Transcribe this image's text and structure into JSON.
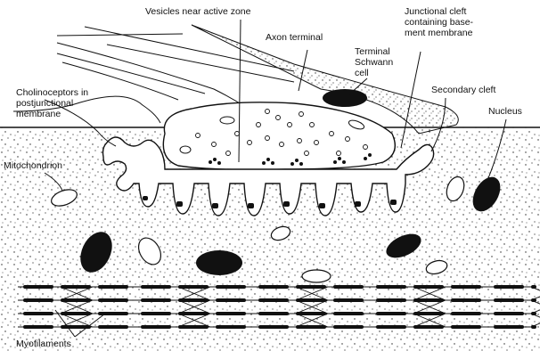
{
  "labels": {
    "vesicles": "Vesicles near active zone",
    "axon": "Axon terminal",
    "junctional_1": "Junctional cleft",
    "junctional_2": "containing base-",
    "junctional_3": "ment membrane",
    "schwann_1": "Terminal",
    "schwann_2": "Schwann",
    "schwann_3": "cell",
    "cholino_1": "Cholinoceptors in",
    "cholino_2": "postjunctional",
    "cholino_3": "membrane",
    "secondary": "Secondary cleft",
    "nucleus": "Nucleus",
    "mitochondrion": "Mitochondrion",
    "myofilaments": "Myofilaments"
  }
}
